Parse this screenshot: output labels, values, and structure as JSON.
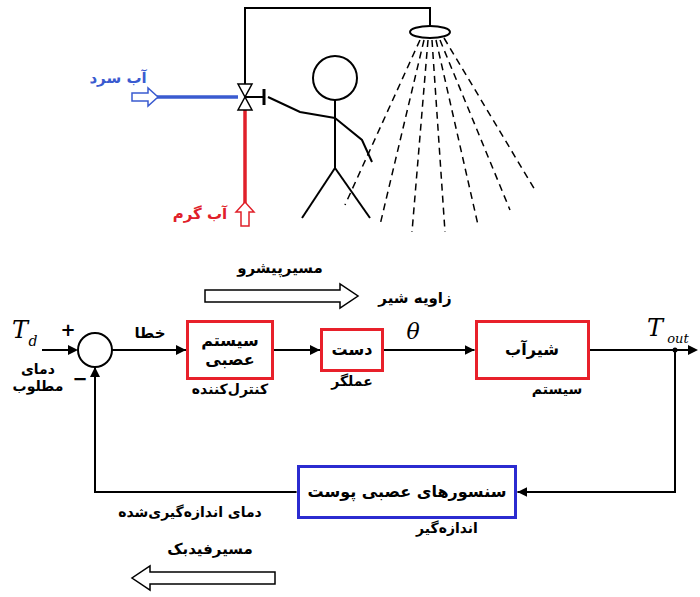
{
  "diagram": {
    "nodes": [
      {
        "text": [
          "سیستم عصبی",
          "کنترل‌کننده"
        ]
      },
      {
        "text": [
          "دست",
          "عملگر"
        ]
      },
      {
        "text": [
          "شیرآب",
          "سیستم"
        ]
      },
      {
        "text": [
          "سنسورهای عصبی پوست",
          "اندازه‌گیر"
        ]
      }
    ],
    "edges": [
      {
        "from": 0,
        "to": 1,
        "arrow": "to"
      },
      {
        "from": 1,
        "to": 2,
        "label": "θ",
        "arrow": "to"
      },
      {
        "from": 2,
        "to": 3,
        "arrow": "to"
      },
      {
        "from": 3,
        "to": 0,
        "label": "دمای اندازه‌گیری‌شده",
        "arrow": "to"
      }
    ],
    "labels": [
      "آب سرد",
      "آب گرم",
      "مسیرپیشرو",
      "زاویه شیر",
      "T",
      "d",
      "دمای مطلوب",
      "+",
      "−",
      "خطا",
      "T",
      "out",
      "مسیرفیدبک"
    ]
  }
}
